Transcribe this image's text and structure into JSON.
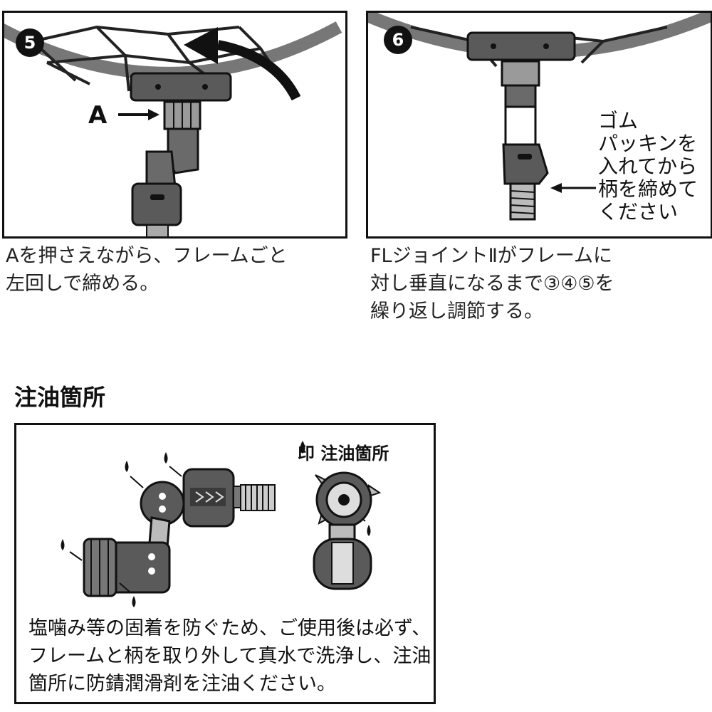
{
  "step5": {
    "number": "5",
    "label_a": "A",
    "caption_line1": "Aを押さえながら、フレームごと",
    "caption_line2": "左回しで締める。"
  },
  "step6": {
    "number": "6",
    "note_lines": [
      "ゴム",
      "パッキンを",
      "入れてから",
      "柄を締めて",
      "ください"
    ],
    "caption_line1": "FLジョイントⅡがフレームに",
    "caption_line2": "対し垂直になるまで③④⑤を",
    "caption_line3": "繰り返し調節する。"
  },
  "oiling": {
    "section_title": "注油箇所",
    "legend_text": "印 注油箇所",
    "body_line1": "塩噛み等の固着を防ぐため、ご使用後は必ず、",
    "body_line2": "フレームと柄を取り外して真水で洗浄し、注油",
    "body_line3": "箇所に防錆潤滑剤を注油ください。"
  },
  "colors": {
    "ink": "#111111",
    "part_gray": "#5a5a5a",
    "part_dark": "#3a3a3a",
    "part_light": "#9a9a9a"
  },
  "icons": [
    "oil-drop-icon",
    "curved-arrow-icon",
    "pointer-arrow-icon",
    "daiwa-logo"
  ]
}
